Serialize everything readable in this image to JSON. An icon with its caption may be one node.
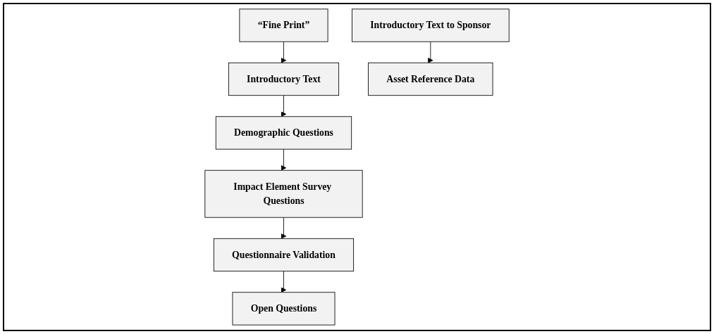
{
  "diagram": {
    "nodes": [
      {
        "text": [
          "Introductory Text to Sponsor"
        ]
      },
      {
        "text": [
          "Introductory Text"
        ]
      },
      {
        "text": [
          "“Fine Print”"
        ]
      },
      {
        "text": [
          "Demographic Questions"
        ]
      },
      {
        "text": [
          "Asset Reference Data"
        ]
      },
      {
        "text": [
          "Impact Element Survey Questions"
        ]
      },
      {
        "text": [
          "Questionnaire Validation"
        ]
      },
      {
        "text": [
          "Open Questions"
        ]
      }
    ],
    "edges": [
      {
        "from": 0,
        "to": 4,
        "arrow": "to"
      },
      {
        "from": 2,
        "to": 1,
        "arrow": "to"
      },
      {
        "from": 1,
        "to": 3,
        "arrow": "to"
      },
      {
        "from": 3,
        "to": 5,
        "arrow": "to"
      },
      {
        "from": 5,
        "to": 6,
        "arrow": "to"
      },
      {
        "from": 6,
        "to": 7,
        "arrow": "to"
      }
    ]
  }
}
